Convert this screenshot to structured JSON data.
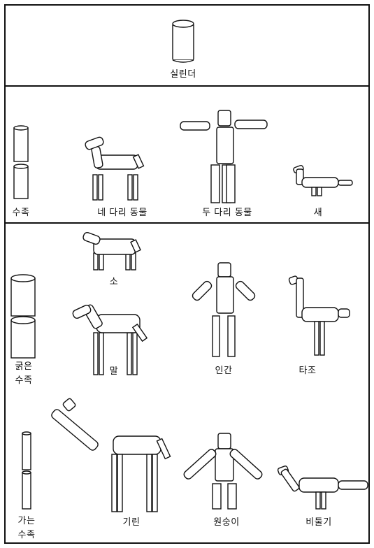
{
  "sections": {
    "top": {
      "label_cylinder": "실린더"
    },
    "middle": {
      "label_limb": "수족",
      "label_four_leg": "네 다리 동물",
      "label_two_leg": "두 다리 동물",
      "label_bird": "새"
    },
    "bottom": {
      "label_cow": "소",
      "label_thick_limb": "굵은\n수족",
      "label_horse": "말",
      "label_human": "인간",
      "label_ostrich": "타조",
      "label_thin_limb": "가는\n수족",
      "label_giraffe": "기린",
      "label_monkey": "원숭이",
      "label_pigeon": "비둘기"
    }
  }
}
